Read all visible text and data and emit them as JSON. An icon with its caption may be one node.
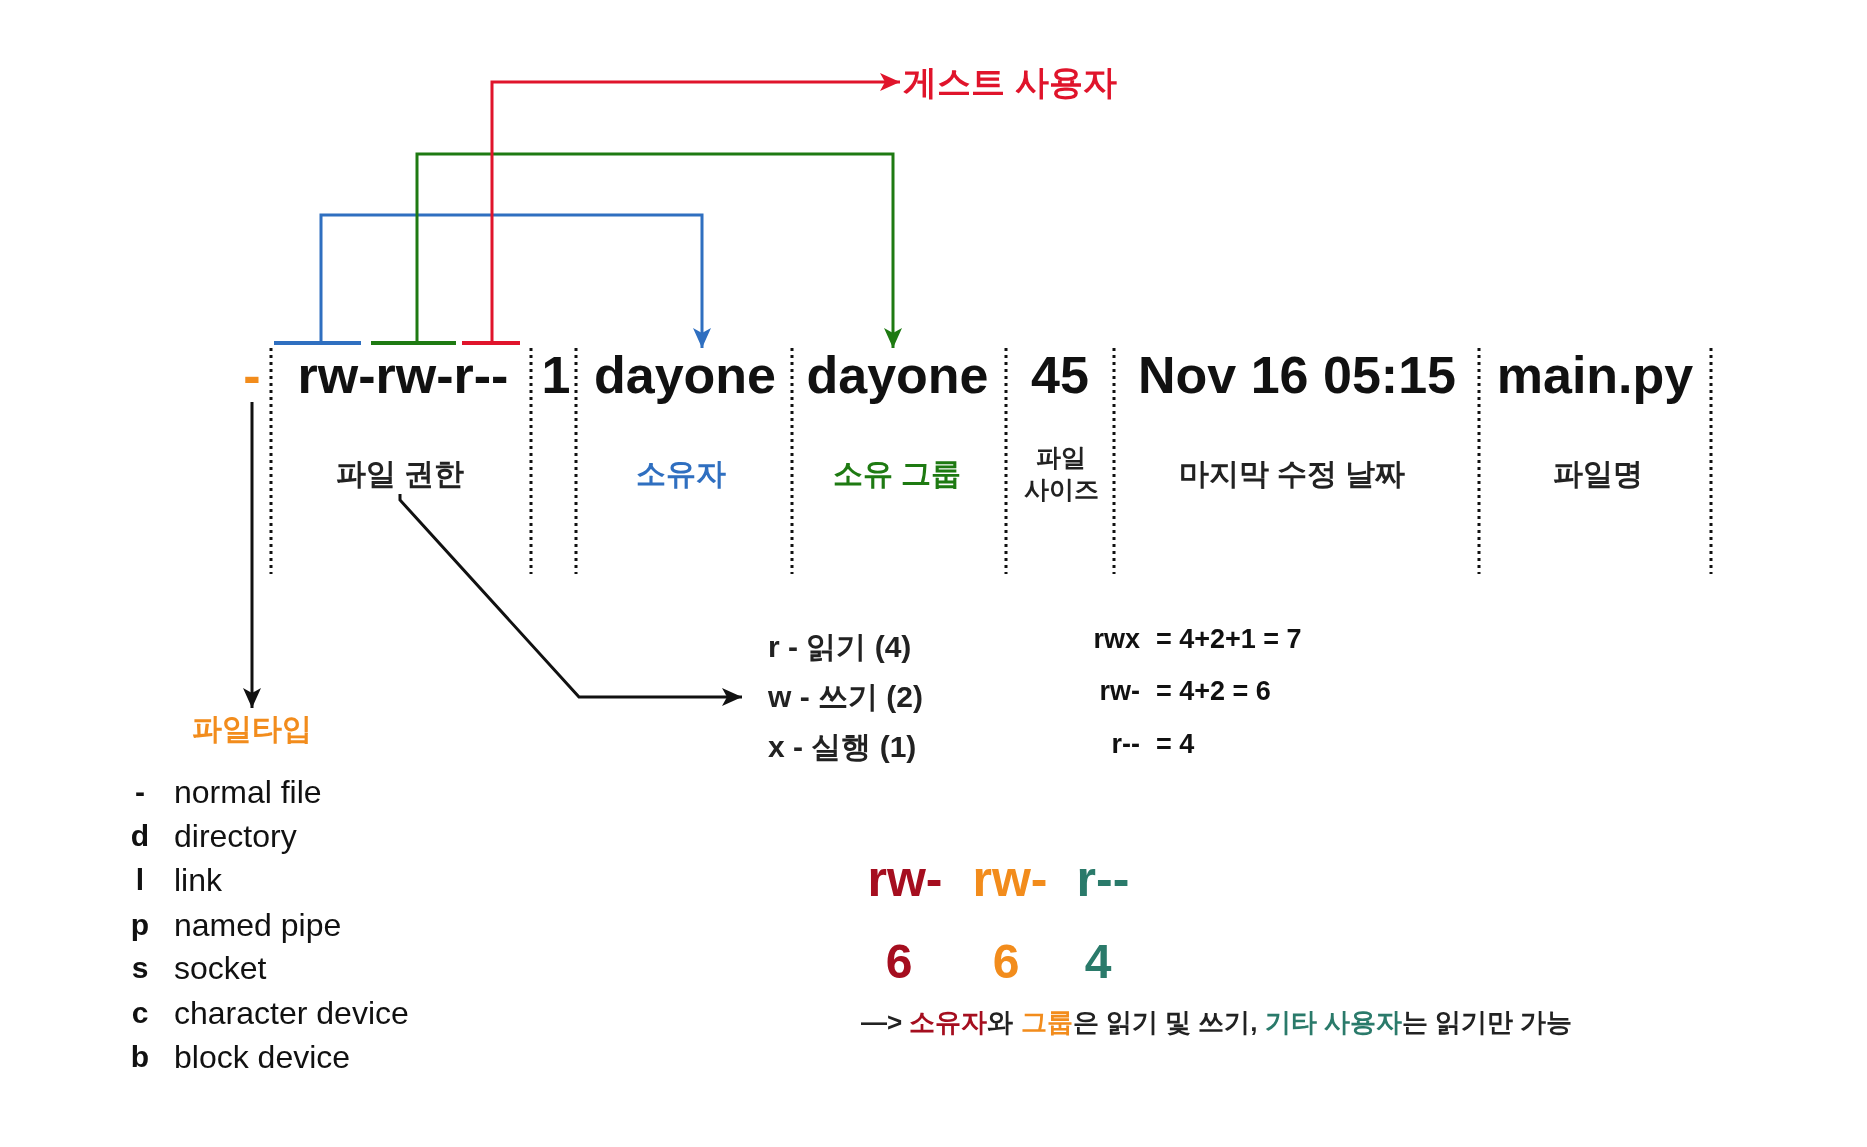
{
  "diagram": {
    "nodes": [
      {
        "text": [
          "-"
        ]
      },
      {
        "text": [
          "rw-rw-r--"
        ]
      },
      {
        "text": [],
        "shape": "bar",
        "in": 1
      },
      {
        "text": [],
        "shape": "bar",
        "in": 1
      },
      {
        "text": [],
        "shape": "bar",
        "in": 1
      },
      {
        "text": [
          "1"
        ]
      },
      {
        "text": [
          "dayone"
        ]
      },
      {
        "text": [
          "dayone"
        ]
      },
      {
        "text": [
          "45"
        ]
      },
      {
        "text": [
          "Nov 16 05:15"
        ]
      },
      {
        "text": [
          "main.py"
        ]
      },
      {
        "text": [
          "파일 권한"
        ]
      },
      {
        "text": [
          "소유자"
        ]
      },
      {
        "text": [
          "소유 그룹"
        ]
      },
      {
        "text": [
          "파일 사이즈"
        ]
      },
      {
        "text": [
          "마지막 수정 날짜"
        ]
      },
      {
        "text": [
          "파일명"
        ]
      },
      {
        "text": [
          "게스트 사용자"
        ]
      },
      {
        "text": [
          "파일타입"
        ]
      },
      {
        "text": [
          "r - 읽기 (4)",
          "w - 쓰기 (2)",
          "x - 실행 (1)"
        ]
      }
    ],
    "edges": [
      {
        "from": 2,
        "to": 6,
        "arrow": "to",
        "color": "#2f6fc0"
      },
      {
        "from": 3,
        "to": 7,
        "arrow": "to",
        "color": "#1e7a12"
      },
      {
        "from": 4,
        "to": 17,
        "arrow": "to",
        "color": "#e0142b"
      },
      {
        "from": 0,
        "to": 18,
        "arrow": "to"
      },
      {
        "from": 11,
        "to": 19,
        "arrow": "to"
      }
    ],
    "labels": [
      "rwx",
      "= 4+2+1 = 7",
      "rw-",
      "= 4+2 = 6",
      "r--",
      "= 4",
      "-",
      "normal file",
      "d",
      "directory",
      "l",
      "link",
      "p",
      "named pipe",
      "s",
      "socket",
      "c",
      "character device",
      "b",
      "block device",
      "rw-",
      "rw-",
      "r--",
      "6",
      "6",
      "4",
      "—>",
      "소유자",
      "와",
      "그룹",
      "은 읽기 및 쓰기,",
      "기타 사용자",
      "는 읽기만 가능"
    ]
  }
}
